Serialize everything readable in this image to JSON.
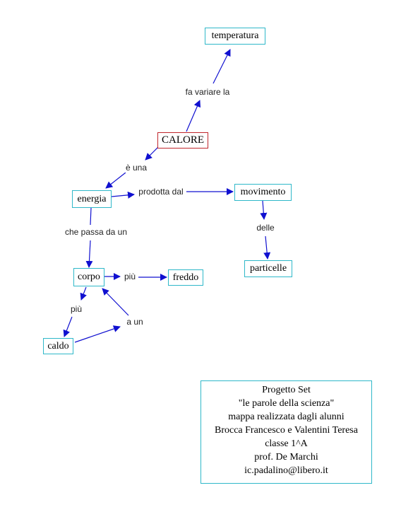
{
  "concepts": {
    "temperatura": "temperatura",
    "calore": "CALORE",
    "energia": "energia",
    "movimento": "movimento",
    "particelle": "particelle",
    "corpo": "corpo",
    "freddo": "freddo",
    "caldo": "caldo"
  },
  "linking_words": {
    "fa_variare_la": "fa variare la",
    "e_una": "è una",
    "prodotta_dal": "prodotta dal",
    "delle": "delle",
    "che_passa_da_un": "che passa da un",
    "piu_freddo": "più",
    "piu_caldo": "più",
    "a_un": "a un"
  },
  "credits": [
    "Progetto Set",
    "\"le parole della scienza\"",
    "mappa realizzata dagli alunni",
    "Brocca Francesco e Valentini Teresa",
    "classe 1^A",
    "prof. De Marchi",
    "ic.padalino@libero.it"
  ],
  "colors": {
    "arrow": "#1010d0",
    "concept_border": "#2fb8c9",
    "root_border": "#c0262c"
  }
}
